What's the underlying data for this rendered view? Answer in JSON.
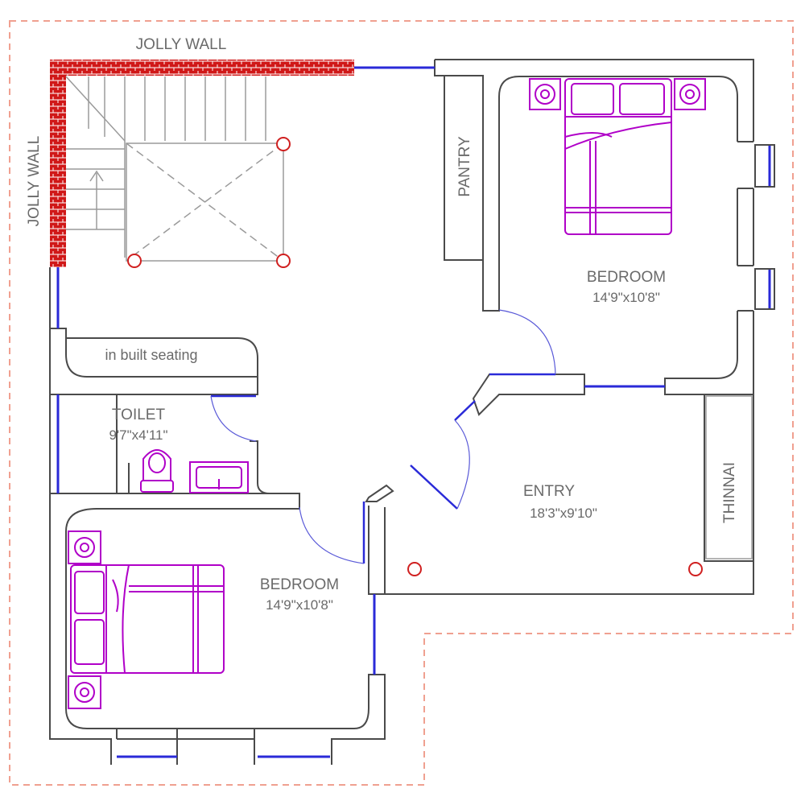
{
  "labels": {
    "jolly_wall_top": "JOLLY WALL",
    "jolly_wall_left": "JOLLY WALL",
    "pantry": "PANTRY",
    "bedroom_top": "BEDROOM",
    "bedroom_top_dim": "14'9\"x10'8\"",
    "in_built_seating": "in built seating",
    "toilet": "TOILET",
    "toilet_dim": "9'7\"x4'11\"",
    "entry": "ENTRY",
    "entry_dim": "18'3\"x9'10\"",
    "thinnai": "THINNAI",
    "bedroom_bottom": "BEDROOM",
    "bedroom_bottom_dim": "14'9\"x10'8\""
  },
  "colors": {
    "wall": "#4a4a4a",
    "window": "#2a2ad8",
    "furniture": "#b000c8",
    "column": "#d02020",
    "jolly": "#d01818",
    "boundary": "#f0a090",
    "thin_line": "#9a9a9a"
  }
}
